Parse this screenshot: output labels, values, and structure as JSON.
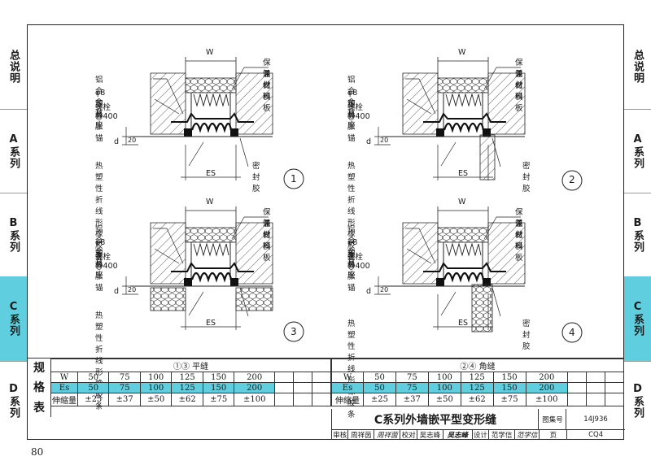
{
  "side_tabs": [
    {
      "label": "总说明",
      "active": false
    },
    {
      "label": "A系列",
      "active": false
    },
    {
      "label": "B系列",
      "active": false
    },
    {
      "label": "C系列",
      "active": true
    },
    {
      "label": "D系列",
      "active": false
    }
  ],
  "colors": {
    "accent": "#5fcfe0",
    "line": "#222222"
  },
  "details": [
    {
      "number": "1",
      "labels": {
        "base": "铝合金基座",
        "anchor": "φ8塑料胀锚",
        "bolt": "螺栓@400",
        "strip": "热塑性折线形橡胶条",
        "insul": "保温材料",
        "board": "兼做模板",
        "seal": "密封胶",
        "w": "W",
        "es": "ES",
        "d": "d",
        "dim": "20"
      }
    },
    {
      "number": "2",
      "labels": {
        "base": "铝合金基座",
        "anchor": "φ8塑料胀锚",
        "bolt": "螺栓@400",
        "strip": "热塑性折线形橡胶条",
        "insul": "保温材料",
        "board": "兼做模板",
        "seal": "密封胶",
        "w": "W",
        "es": "ES",
        "d": "d",
        "dim": "20"
      }
    },
    {
      "number": "3",
      "labels": {
        "base": "铝合金基座",
        "anchor": "φ8塑料胀锚",
        "bolt": "螺栓@400",
        "strip": "热塑性折线形橡胶条",
        "insul": "保温材料",
        "board": "兼做模板",
        "seal": "",
        "w": "W",
        "es": "ES",
        "d": "d",
        "dim": "20"
      }
    },
    {
      "number": "4",
      "labels": {
        "base": "铝合金基座",
        "anchor": "φ8塑料胀锚",
        "bolt": "螺栓@400",
        "strip": "热塑性折线形橡胶条",
        "insul": "保温材料",
        "board": "兼做模板",
        "seal": "密封胶",
        "w": "W",
        "es": "ES",
        "d": "d",
        "dim": "20"
      }
    }
  ],
  "spec": {
    "label_chars": [
      "规",
      "格",
      "表"
    ],
    "flat": {
      "title": "①③ 平缝",
      "rows": [
        {
          "head": "W",
          "values": [
            "50",
            "75",
            "100",
            "125",
            "150",
            "200"
          ]
        },
        {
          "head": "Es",
          "values": [
            "50",
            "75",
            "100",
            "125",
            "150",
            "200"
          ]
        },
        {
          "head": "伸缩量",
          "values": [
            "±25",
            "±37",
            "±50",
            "±62",
            "±75",
            "±100"
          ]
        }
      ]
    },
    "corner": {
      "title": "②④ 角缝",
      "rows": [
        {
          "head": "W",
          "values": [
            "50",
            "75",
            "100",
            "125",
            "150",
            "200"
          ]
        },
        {
          "head": "Es",
          "values": [
            "50",
            "75",
            "100",
            "125",
            "150",
            "200"
          ]
        },
        {
          "head": "伸缩量",
          "values": [
            "±25",
            "±37",
            "±50",
            "±62",
            "±75",
            "±100"
          ]
        }
      ]
    }
  },
  "title_block": {
    "title": "C系列外墙嵌平型变形缝",
    "atlas_label": "图集号",
    "atlas_no": "14J936",
    "page_label": "页",
    "page_no": "CQ4",
    "sign": [
      "审核",
      "周祥茵",
      "周祥茵",
      "校对",
      "吴志峰",
      "吴志峰",
      "设计",
      "范学信",
      "范学信"
    ]
  },
  "page_number": "80"
}
